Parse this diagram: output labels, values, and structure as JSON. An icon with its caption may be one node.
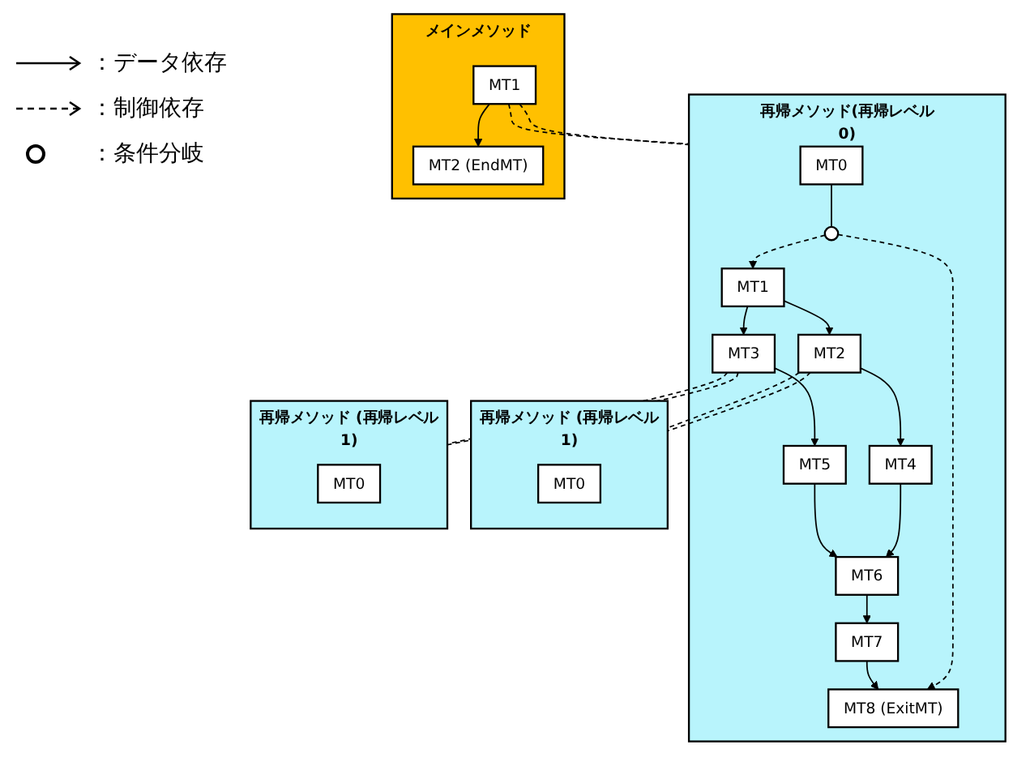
{
  "diagram": {
    "nodes": [
      {
        "text": [
          "再帰メソッド(再帰レベル0)"
        ]
      },
      {
        "text": [
          "MT0"
        ],
        "in": 0
      },
      {
        "text": [],
        "shape": "circle",
        "in": 0
      },
      {
        "text": [
          "MT1"
        ],
        "in": 0
      },
      {
        "text": [
          "MT2"
        ],
        "in": 0
      },
      {
        "text": [
          "MT3"
        ],
        "in": 0
      },
      {
        "text": [
          "MT4"
        ],
        "in": 0
      },
      {
        "text": [
          "MT5"
        ],
        "in": 0
      },
      {
        "text": [
          "MT6"
        ],
        "in": 0
      },
      {
        "text": [
          "MT7"
        ],
        "in": 0
      },
      {
        "text": [
          "MT8 (ExitMT)"
        ],
        "in": 0
      },
      {
        "text": [
          "メインメソッド"
        ]
      },
      {
        "text": [
          "MT1"
        ],
        "in": 11
      },
      {
        "text": [
          "MT2 (EndMT)"
        ],
        "in": 11
      },
      {
        "text": [
          "再帰メソッド (再帰レベル1)"
        ]
      },
      {
        "text": [
          "MT0"
        ],
        "in": 14
      },
      {
        "text": [
          "再帰メソッド (再帰レベル1)"
        ]
      },
      {
        "text": [
          "MT0"
        ],
        "in": 16
      }
    ],
    "edges": [
      {
        "from": 1,
        "to": 2,
        "arrow": "none"
      },
      {
        "from": 2,
        "to": 3,
        "arrow": "to",
        "style": "dashed"
      },
      {
        "from": 2,
        "to": 10,
        "arrow": "to",
        "style": "dashed"
      },
      {
        "from": 3,
        "to": 4,
        "arrow": "to"
      },
      {
        "from": 3,
        "to": 5,
        "arrow": "to"
      },
      {
        "from": 4,
        "to": 6,
        "arrow": "to"
      },
      {
        "from": 5,
        "to": 7,
        "arrow": "to"
      },
      {
        "from": 6,
        "to": 8,
        "arrow": "to"
      },
      {
        "from": 7,
        "to": 8,
        "arrow": "to"
      },
      {
        "from": 8,
        "to": 9,
        "arrow": "to"
      },
      {
        "from": 9,
        "to": 10,
        "arrow": "to"
      },
      {
        "from": 12,
        "to": 13,
        "arrow": "to"
      },
      {
        "from": 12,
        "to": 0,
        "arrow": "none",
        "style": "dashed"
      },
      {
        "from": 12,
        "to": 0,
        "arrow": "none",
        "style": "dashed"
      },
      {
        "from": 4,
        "to": 14,
        "arrow": "none",
        "style": "dashed"
      },
      {
        "from": 4,
        "to": 14,
        "arrow": "none",
        "style": "dashed"
      },
      {
        "from": 5,
        "to": 16,
        "arrow": "none",
        "style": "dashed"
      },
      {
        "from": 5,
        "to": 16,
        "arrow": "none",
        "style": "dashed"
      }
    ],
    "legend": [
      {
        "text": "：データ依存"
      },
      {
        "text": "：制御依存"
      },
      {
        "text": "：条件分岐"
      }
    ]
  }
}
